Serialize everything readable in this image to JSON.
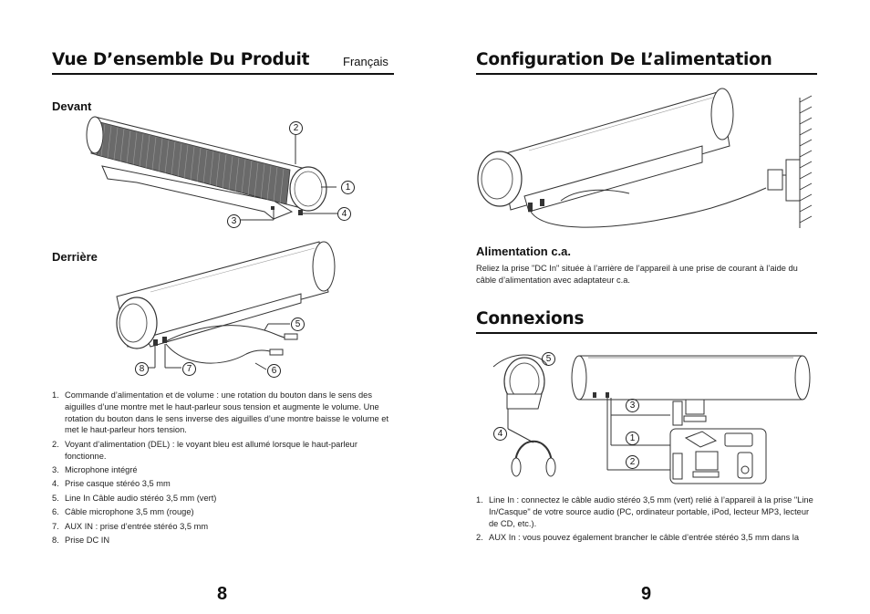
{
  "left": {
    "title": "Vue D’ensemble Du Produit",
    "lang": "Français",
    "front_label": "Devant",
    "back_label": "Derrière",
    "front_callouts": [
      "1",
      "2",
      "3",
      "4"
    ],
    "back_callouts": [
      "5",
      "6",
      "7",
      "8"
    ],
    "items": [
      {
        "num": "1.",
        "text": "Commande d’alimentation et de volume : une rotation du bouton dans le sens des aiguilles d’une montre met le haut-parleur sous tension et augmente le volume. Une rotation du bouton dans le sens inverse des aiguilles d’une montre baisse le volume et met le haut-parleur hors tension."
      },
      {
        "num": "2.",
        "text": "Voyant d’alimentation (DEL) : le voyant bleu est allumé lorsque le haut-parleur fonctionne."
      },
      {
        "num": "3.",
        "text": "Microphone intégré"
      },
      {
        "num": "4.",
        "text": "Prise casque stéréo 3,5 mm"
      },
      {
        "num": "5.",
        "text": "Line In Câble audio stéréo 3,5 mm (vert)"
      },
      {
        "num": "6.",
        "text": "Câble microphone 3,5 mm (rouge)"
      },
      {
        "num": "7.",
        "text": "AUX IN : prise d’entrée stéréo 3,5 mm"
      },
      {
        "num": "8.",
        "text": "Prise DC IN"
      }
    ],
    "page_number": "8"
  },
  "right": {
    "title_power": "Configuration De L’alimentation",
    "ac_label": "Alimentation c.a.",
    "ac_text": "Reliez la prise \"DC In\" située à l’arrière de l’appareil à une prise de courant à l’aide du câble d’alimentation avec adaptateur c.a.",
    "title_connect": "Connexions",
    "connect_callouts": [
      "1",
      "2",
      "3",
      "4",
      "5"
    ],
    "items": [
      {
        "num": "1.",
        "text": "Line In : connectez le câble audio stéréo 3,5 mm (vert) relié à l’appareil à la prise \"Line In/Casque\" de votre source audio (PC, ordinateur portable, iPod, lecteur MP3, lecteur de CD, etc.)."
      },
      {
        "num": "2.",
        "text": "AUX In : vous pouvez également brancher le câble d’entrée stéréo 3,5 mm dans la"
      }
    ],
    "page_number": "9"
  }
}
